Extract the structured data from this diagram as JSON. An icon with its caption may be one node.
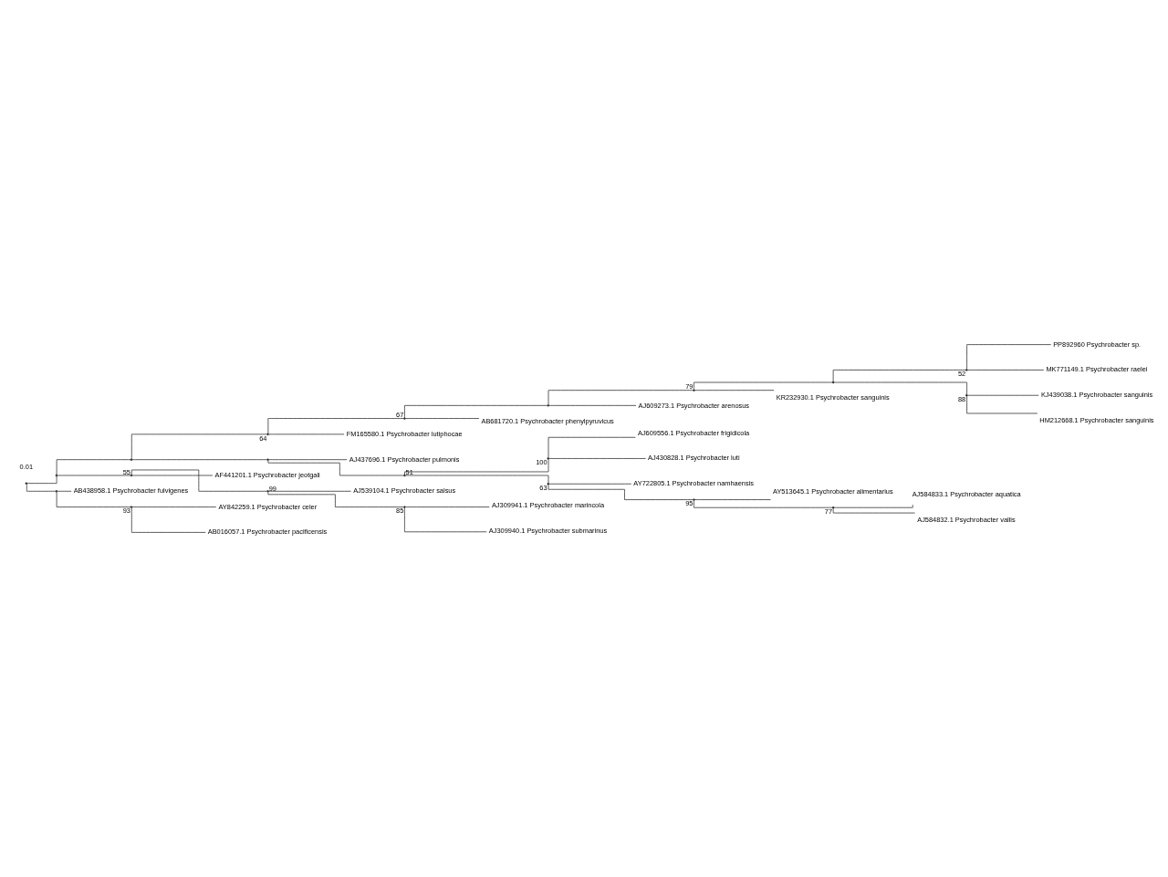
{
  "diagram": {
    "nodes": [
      {
        "text": [],
        "shape": "point"
      },
      {
        "text": [],
        "shape": "point"
      },
      {
        "text": [],
        "shape": "point"
      },
      {
        "text": [],
        "shape": "point",
        "beside": [
          "64"
        ]
      },
      {
        "text": [],
        "shape": "point",
        "beside": [
          "67"
        ]
      },
      {
        "text": [],
        "shape": "point"
      },
      {
        "text": [],
        "shape": "point",
        "beside": [
          "79"
        ]
      },
      {
        "text": [],
        "shape": "point"
      },
      {
        "text": [],
        "shape": "point",
        "beside": [
          "52"
        ]
      },
      {
        "text": [
          "PP892960 Psychrobacter sp."
        ]
      },
      {
        "text": [
          "MK771149.1 Psychrobacter raelei"
        ]
      },
      {
        "text": [],
        "shape": "point",
        "beside": [
          "88"
        ]
      },
      {
        "text": [
          "KJ439038.1 Psychrobacter sanguinis"
        ]
      },
      {
        "text": [
          "HM212668.1 Psychrobacter sanguinis"
        ]
      },
      {
        "text": [
          "KR232930.1 Psychrobacter sanguinis"
        ]
      },
      {
        "text": [
          "AJ609273.1 Psychrobacter arenosus"
        ]
      },
      {
        "text": [
          "AB681720.1 Psychrobacter phenylpyruvicus"
        ]
      },
      {
        "text": [
          "FM165580.1 Psychrobacter lutiphocae"
        ]
      },
      {
        "text": [],
        "shape": "point"
      },
      {
        "text": [
          "AJ437696.1 Psychrobacter pulmonis"
        ]
      },
      {
        "text": [],
        "shape": "point",
        "beside": [
          "51"
        ]
      },
      {
        "text": [],
        "shape": "point",
        "beside": [
          "100"
        ]
      },
      {
        "text": [
          "AJ609556.1 Psychrobacter frigidicola"
        ]
      },
      {
        "text": [
          "AJ430828.1 Psychrobacter luti"
        ]
      },
      {
        "text": [],
        "shape": "point",
        "beside": [
          "63"
        ]
      },
      {
        "text": [
          "AY722805.1 Psychrobacter namhaensis"
        ]
      },
      {
        "text": [],
        "shape": "point",
        "beside": [
          "95"
        ]
      },
      {
        "text": [
          "AY513645.1 Psychrobacter alimentarius"
        ]
      },
      {
        "text": [],
        "shape": "point",
        "beside": [
          "77"
        ]
      },
      {
        "text": [
          "AJ584833.1 Psychrobacter aquatica"
        ]
      },
      {
        "text": [
          "AJ584832.1 Psychrobacter vallis"
        ]
      },
      {
        "text": [],
        "shape": "point",
        "beside": [
          "55"
        ]
      },
      {
        "text": [
          "AF441201.1 Psychrobacter jeotgali"
        ]
      },
      {
        "text": [],
        "shape": "point",
        "beside": [
          "99"
        ]
      },
      {
        "text": [
          "AJ539104.1 Psychrobacter salsus"
        ]
      },
      {
        "text": [],
        "shape": "point",
        "beside": [
          "85"
        ]
      },
      {
        "text": [
          "AJ309941.1 Psychrobacter marincola"
        ]
      },
      {
        "text": [
          "AJ309940.1 Psychrobacter submarinus"
        ]
      },
      {
        "text": [],
        "shape": "point"
      },
      {
        "text": [
          "AB438958.1 Psychrobacter fulvigenes"
        ]
      },
      {
        "text": [],
        "shape": "point",
        "beside": [
          "93"
        ]
      },
      {
        "text": [
          "AY842259.1 Psychrobacter celer"
        ]
      },
      {
        "text": [
          "AB016057.1 Psychrobacter pacificensis"
        ]
      }
    ],
    "edges": [
      {
        "from": 0,
        "to": 1,
        "arrow": "none"
      },
      {
        "from": 0,
        "to": 38,
        "arrow": "none"
      },
      {
        "from": 1,
        "to": 2,
        "arrow": "none"
      },
      {
        "from": 1,
        "to": 31,
        "arrow": "none"
      },
      {
        "from": 2,
        "to": 3,
        "arrow": "none"
      },
      {
        "from": 2,
        "to": 18,
        "arrow": "none"
      },
      {
        "from": 3,
        "to": 4,
        "arrow": "none"
      },
      {
        "from": 3,
        "to": 17,
        "arrow": "none"
      },
      {
        "from": 4,
        "to": 5,
        "arrow": "none"
      },
      {
        "from": 4,
        "to": 16,
        "arrow": "none"
      },
      {
        "from": 5,
        "to": 6,
        "arrow": "none"
      },
      {
        "from": 5,
        "to": 15,
        "arrow": "none"
      },
      {
        "from": 6,
        "to": 7,
        "arrow": "none"
      },
      {
        "from": 6,
        "to": 14,
        "arrow": "none"
      },
      {
        "from": 7,
        "to": 8,
        "arrow": "none"
      },
      {
        "from": 7,
        "to": 11,
        "arrow": "none"
      },
      {
        "from": 8,
        "to": 9,
        "arrow": "none"
      },
      {
        "from": 8,
        "to": 10,
        "arrow": "none"
      },
      {
        "from": 11,
        "to": 12,
        "arrow": "none"
      },
      {
        "from": 11,
        "to": 13,
        "arrow": "none"
      },
      {
        "from": 18,
        "to": 19,
        "arrow": "none"
      },
      {
        "from": 18,
        "to": 20,
        "arrow": "none"
      },
      {
        "from": 20,
        "to": 21,
        "arrow": "none"
      },
      {
        "from": 20,
        "to": 24,
        "arrow": "none"
      },
      {
        "from": 21,
        "to": 22,
        "arrow": "none"
      },
      {
        "from": 21,
        "to": 23,
        "arrow": "none"
      },
      {
        "from": 24,
        "to": 25,
        "arrow": "none"
      },
      {
        "from": 24,
        "to": 26,
        "arrow": "none"
      },
      {
        "from": 26,
        "to": 27,
        "arrow": "none"
      },
      {
        "from": 26,
        "to": 28,
        "arrow": "none"
      },
      {
        "from": 28,
        "to": 29,
        "arrow": "none"
      },
      {
        "from": 28,
        "to": 30,
        "arrow": "none"
      },
      {
        "from": 31,
        "to": 32,
        "arrow": "none"
      },
      {
        "from": 31,
        "to": 33,
        "arrow": "none"
      },
      {
        "from": 33,
        "to": 34,
        "arrow": "none"
      },
      {
        "from": 33,
        "to": 35,
        "arrow": "none"
      },
      {
        "from": 35,
        "to": 36,
        "arrow": "none"
      },
      {
        "from": 35,
        "to": 37,
        "arrow": "none"
      },
      {
        "from": 38,
        "to": 39,
        "arrow": "none"
      },
      {
        "from": 38,
        "to": 40,
        "arrow": "none"
      },
      {
        "from": 40,
        "to": 41,
        "arrow": "none"
      },
      {
        "from": 40,
        "to": 42,
        "arrow": "none"
      }
    ],
    "labels": [
      "0.01"
    ]
  }
}
